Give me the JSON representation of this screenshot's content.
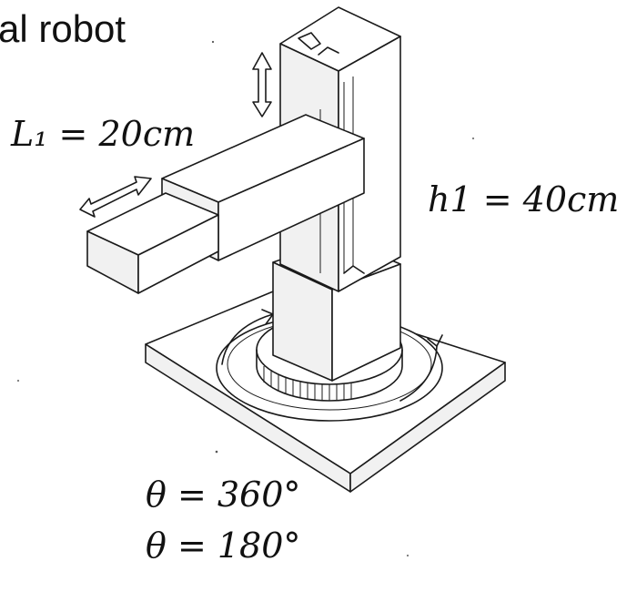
{
  "title": "al robot",
  "labels": {
    "link_length": "L₁ = 20cm",
    "height": "h1 = 40cm",
    "angle_1": "θ = 360°",
    "angle_2": "θ = 180°"
  },
  "colors": {
    "ink": "#1a1a1a",
    "background": "#ffffff"
  }
}
